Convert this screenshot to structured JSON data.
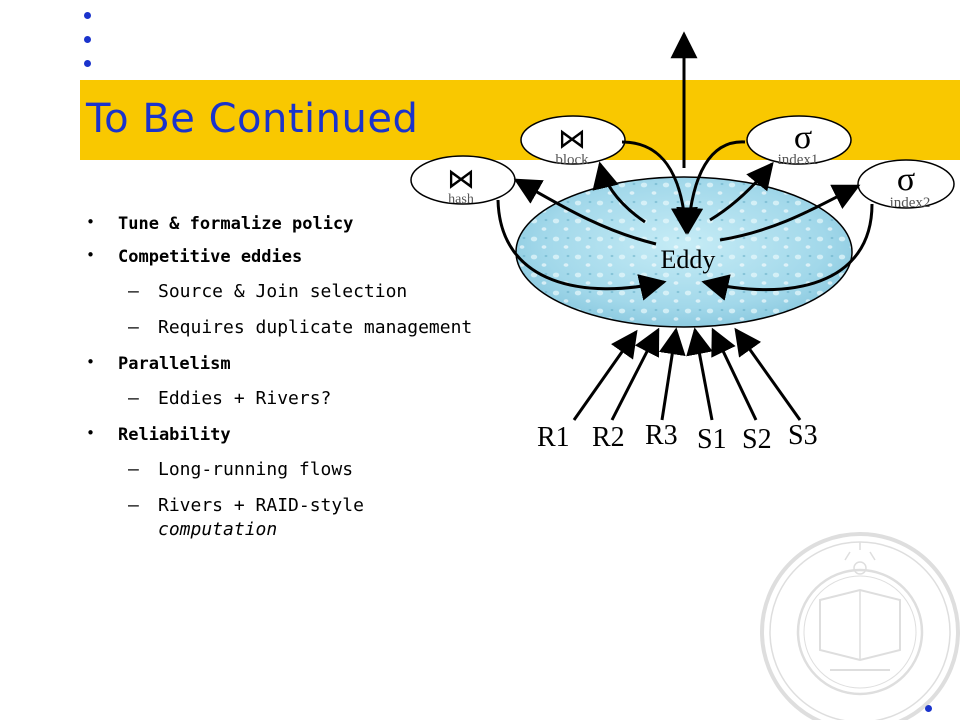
{
  "slide": {
    "title": "To Be Continued",
    "bullets": [
      {
        "text": "Tune & formalize policy"
      },
      {
        "text": "Competitive eddies",
        "sub": [
          "Source & Join selection",
          "Requires duplicate management"
        ]
      },
      {
        "text": "Parallelism",
        "sub": [
          "Eddies + Rivers?"
        ]
      },
      {
        "text": "Reliability",
        "sub": [
          "Long-running flows"
        ]
      }
    ],
    "last_sub": {
      "main": "Rivers + RAID-style",
      "italic": "computation"
    }
  },
  "diagram": {
    "center_label": "Eddy",
    "operators": {
      "hash": {
        "symbol": "⋈",
        "label": "hash"
      },
      "block": {
        "symbol": "⋈",
        "label": "block"
      },
      "index1": {
        "symbol": "σ",
        "label": "index1"
      },
      "index2": {
        "symbol": "σ",
        "label": "index2"
      }
    },
    "sources": [
      "R1",
      "R2",
      "R3",
      "S1",
      "S2",
      "S3"
    ]
  },
  "colors": {
    "title_band": "#f9c800",
    "title_text": "#1a33cc",
    "eddy_fill": "#a9dcec",
    "dots": "#1a33cc"
  }
}
